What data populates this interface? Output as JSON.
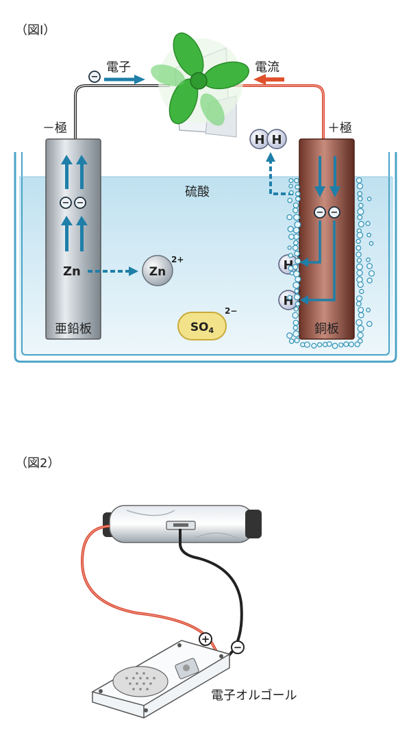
{
  "figure1": {
    "caption": "（図Ⅰ）",
    "electron_label": "電子",
    "current_label": "電流",
    "negative_pole_label": "－極",
    "positive_pole_label": "＋極",
    "electrolyte_label": "硫酸",
    "zinc_plate_label": "亜鉛板",
    "copper_plate_label": "銅板",
    "zn_atom": "Zn",
    "zn_ion": "Zn",
    "zn_ion_charge": "2+",
    "h_ion": "H",
    "h_ion_charge": "+",
    "h2_left": "H",
    "h2_right": "H",
    "sulfate": "SO",
    "sulfate_subscript": "4",
    "sulfate_charge": "2−",
    "electron_symbol": "−",
    "colors": {
      "water": "#cfe8f3",
      "zinc_plate": "#b9c0c7",
      "copper_plate": "#8b4a3c",
      "current_arrow": "#e0502a",
      "electron_arrow": "#1f7fa8",
      "fan_blade": "#3fb53f",
      "sulfate_fill": "#f2e28a"
    }
  },
  "figure2": {
    "caption": "（図2）",
    "music_box_label": "電子オルゴール",
    "plus_symbol": "+",
    "minus_symbol": "−",
    "colors": {
      "red_wire": "#d8452e",
      "black_wire": "#222222"
    }
  }
}
